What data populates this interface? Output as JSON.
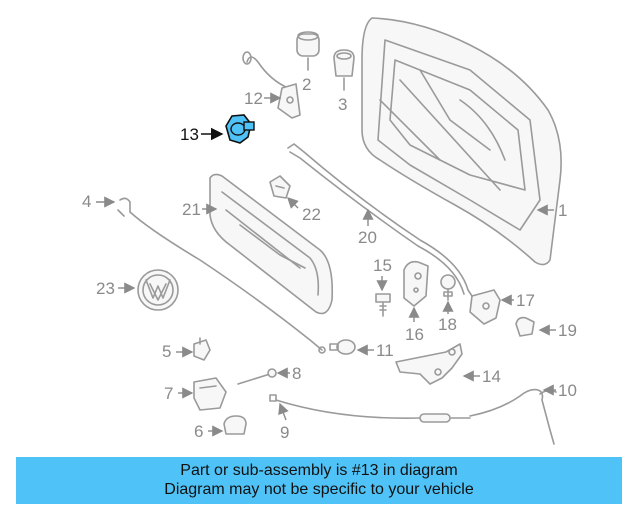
{
  "diagram": {
    "labels": [
      "1",
      "2",
      "3",
      "4",
      "5",
      "6",
      "7",
      "8",
      "9",
      "10",
      "11",
      "12",
      "13",
      "14",
      "15",
      "16",
      "17",
      "18",
      "19",
      "20",
      "21",
      "22",
      "23"
    ],
    "highlighted_part": "13",
    "colors": {
      "highlight": "#4fc3f7",
      "line": "#9a9a9a",
      "label": "#8a8a8a"
    }
  },
  "banner": {
    "line1": "Part or sub-assembly is #13 in diagram",
    "line2": "Diagram may not be specific to your vehicle"
  }
}
